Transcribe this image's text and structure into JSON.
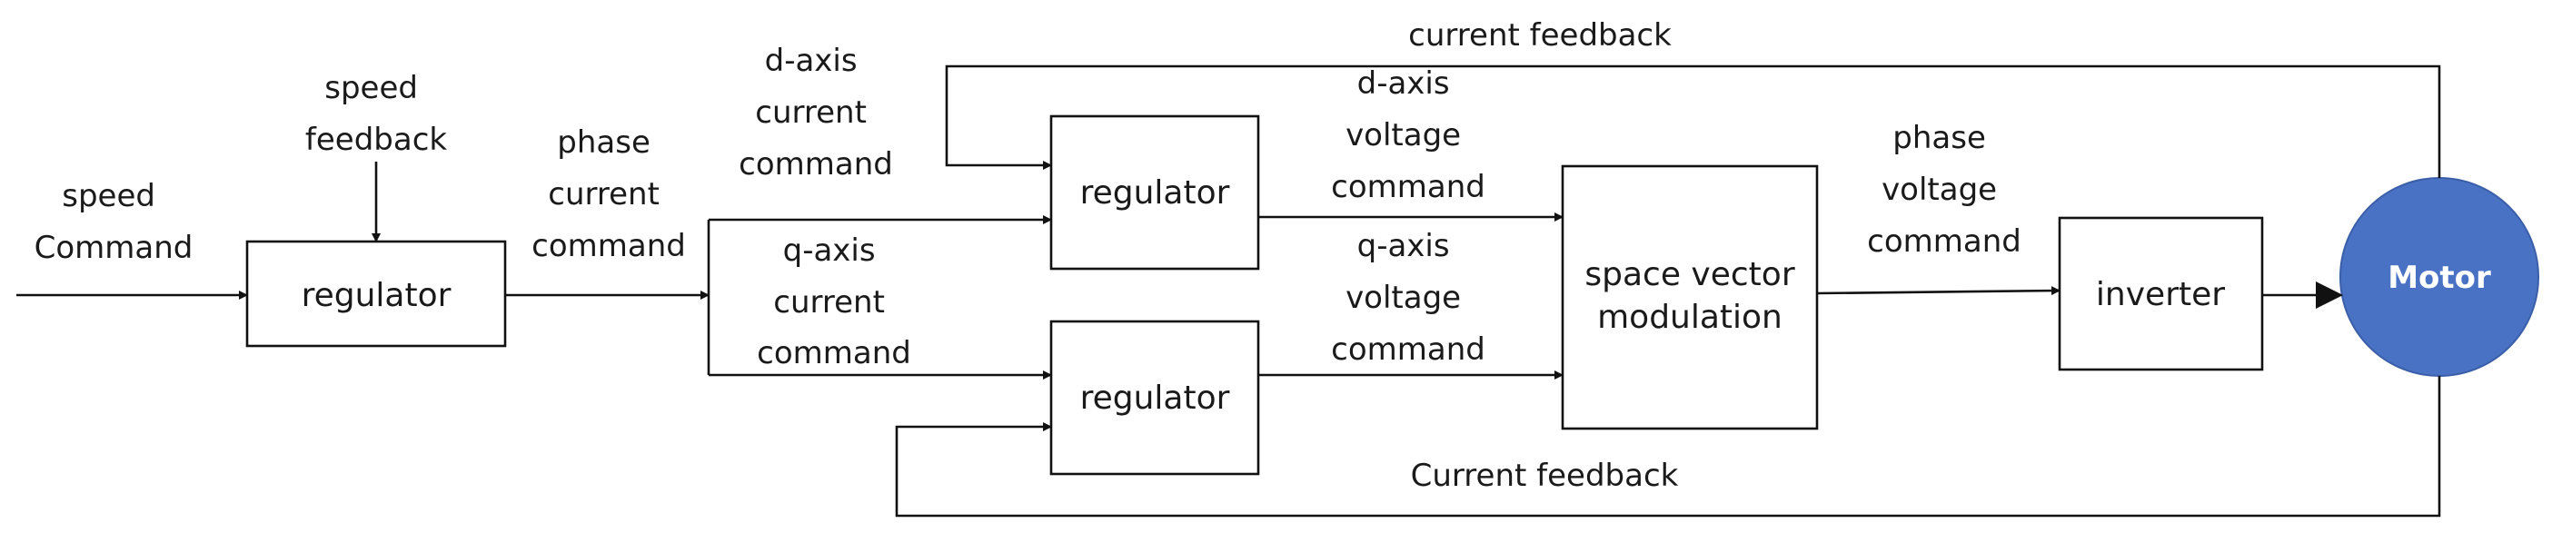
{
  "blocks": {
    "speed_regulator": "regulator",
    "d_regulator": "regulator",
    "q_regulator": "regulator",
    "svm_line1": "space vector",
    "svm_line2": "modulation",
    "inverter": "inverter",
    "motor": "Motor"
  },
  "signals": {
    "speed_command": [
      "speed",
      "Command"
    ],
    "speed_feedback": [
      "speed",
      "feedback"
    ],
    "phase_current_command": [
      "phase",
      "current",
      "command"
    ],
    "d_axis_current_command": [
      "d-axis",
      "current",
      "command"
    ],
    "q_axis_current_command": [
      "q-axis",
      "current",
      "command"
    ],
    "d_axis_voltage_command": [
      "d-axis",
      "voltage",
      "command"
    ],
    "q_axis_voltage_command": [
      "q-axis",
      "voltage",
      "command"
    ],
    "phase_voltage_command": [
      "phase",
      "voltage",
      "command"
    ],
    "current_feedback_top": "current feedback",
    "current_feedback_bottom": "Current feedback"
  },
  "colors": {
    "motor_fill": "#4a72c4",
    "motor_stroke": "#3a5fa8",
    "line": "#111111",
    "text": "#1a1a1a"
  }
}
